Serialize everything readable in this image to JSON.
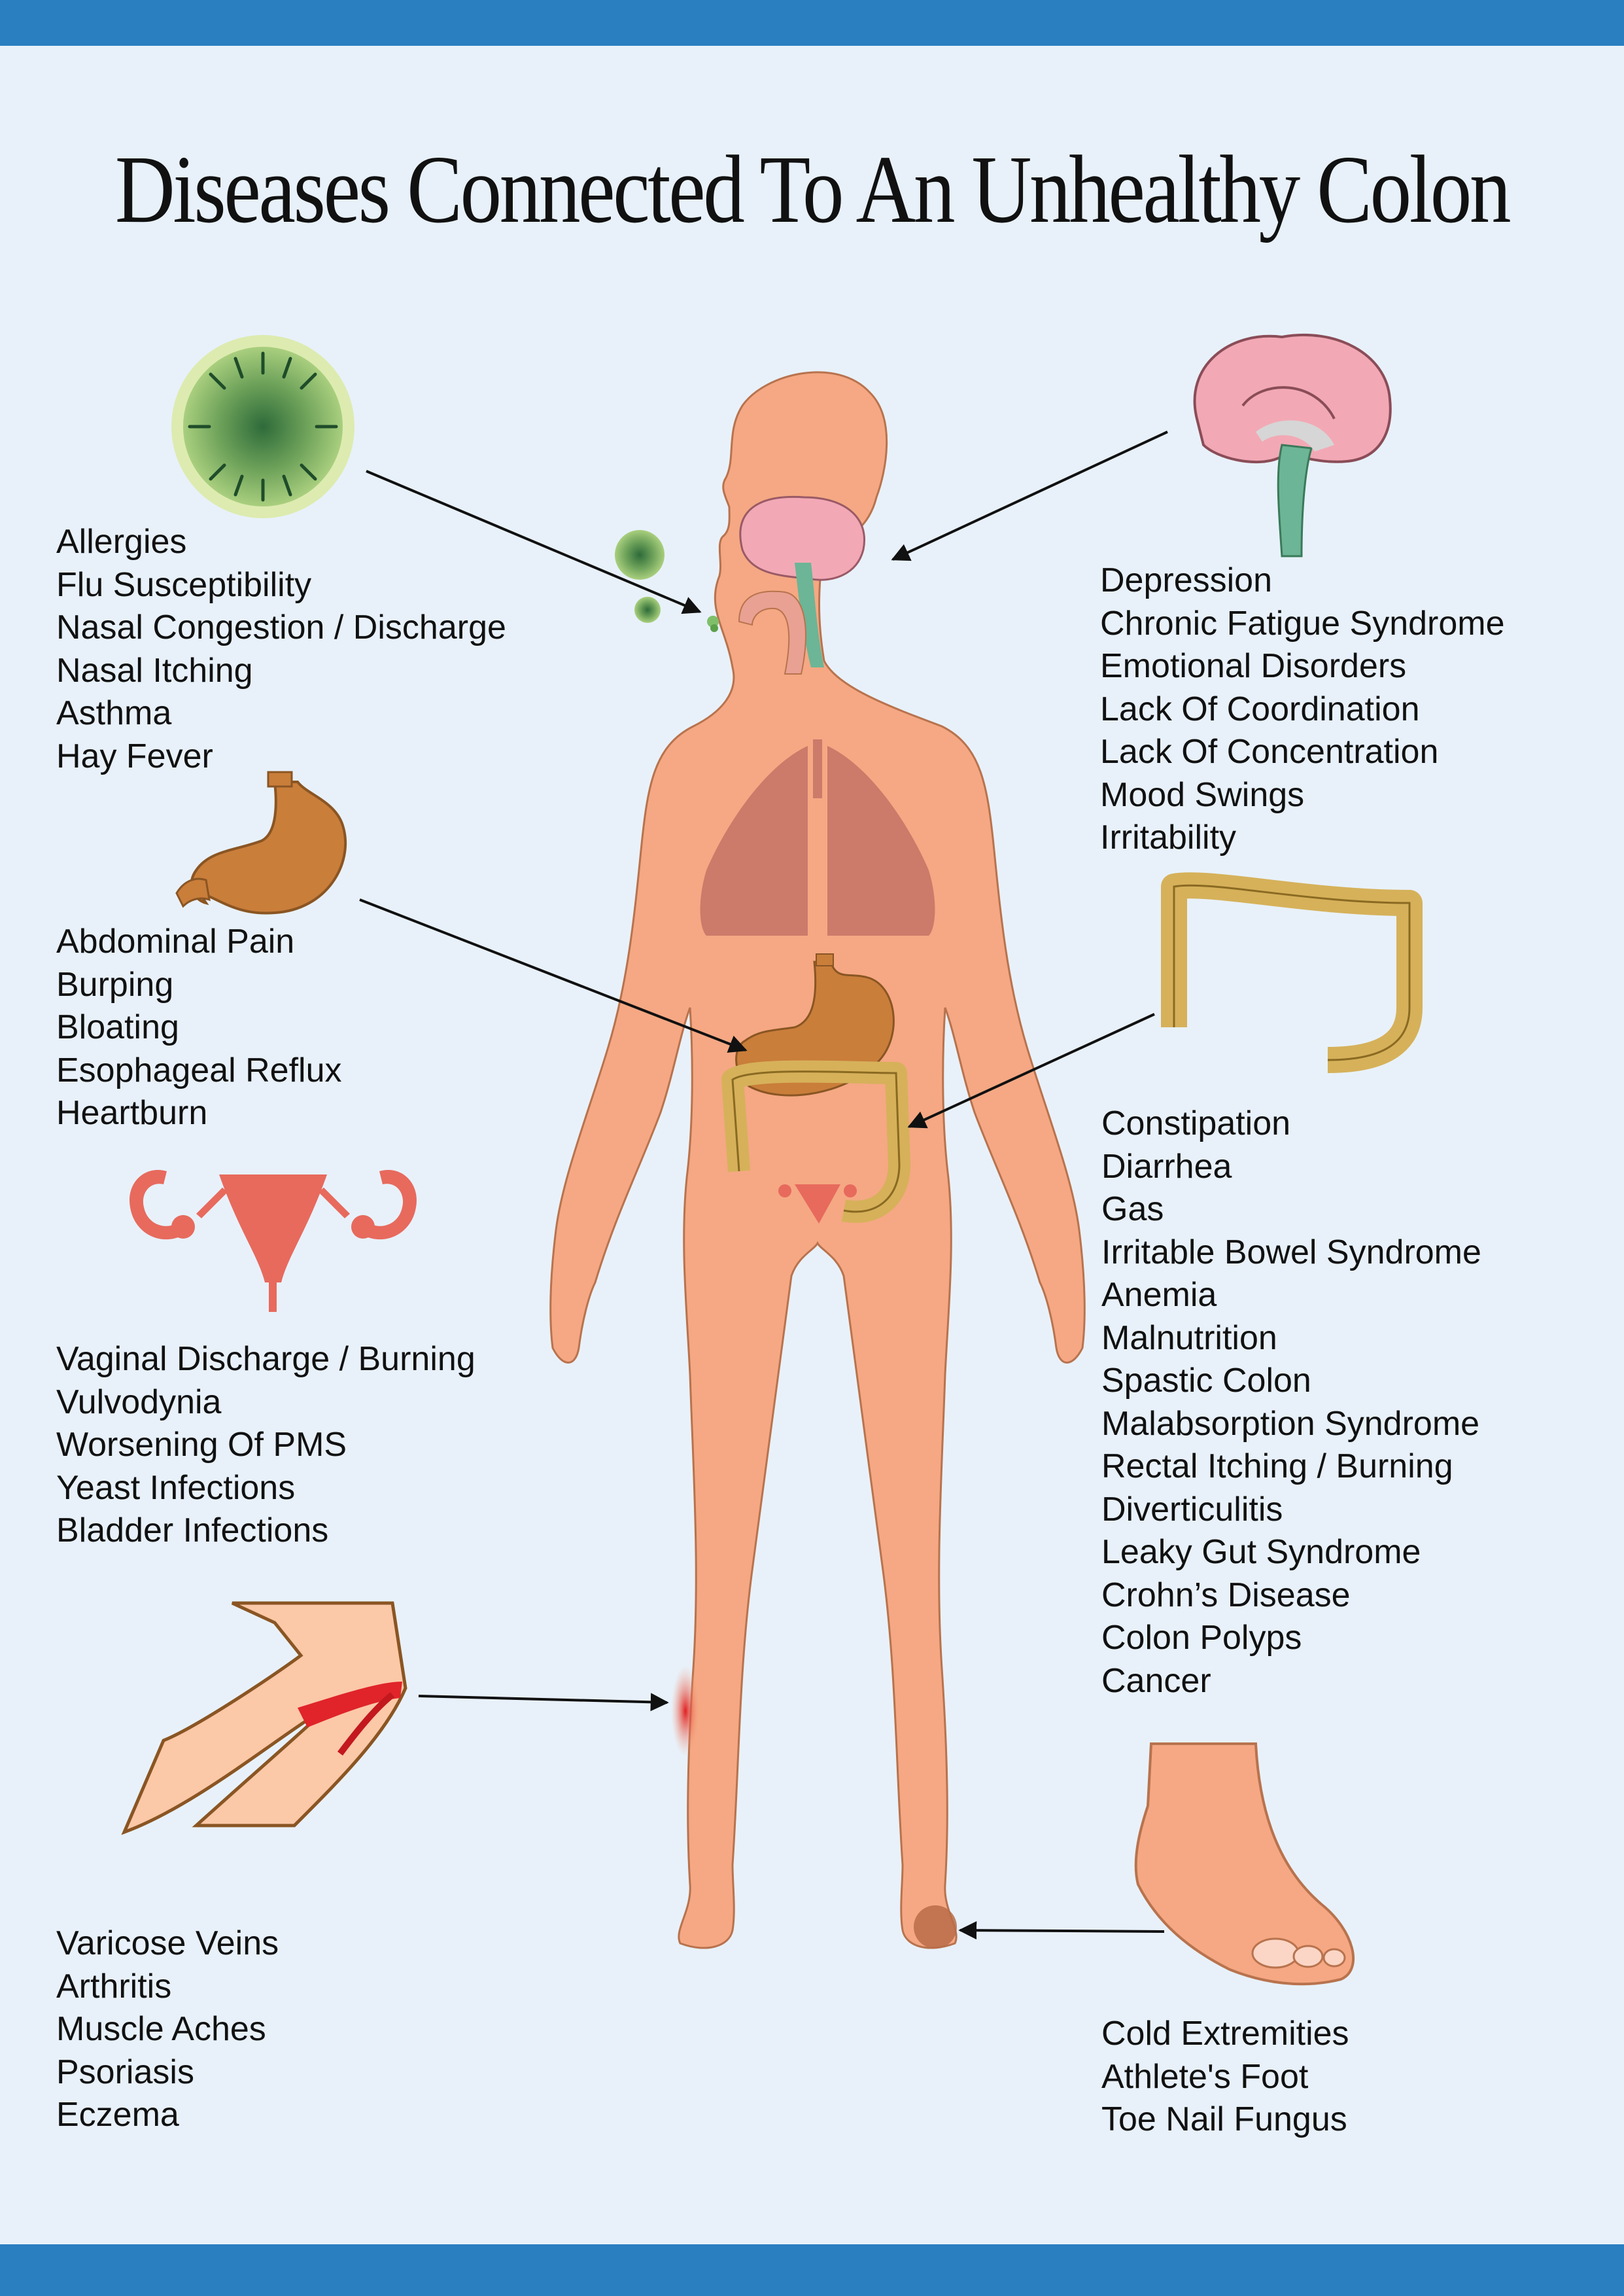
{
  "title": "Diseases Connected To An Unhealthy Colon",
  "colors": {
    "band": "#2a7fc0",
    "background": "#e8f1fa",
    "skin": "#f5a883",
    "organ": "#c97e3a",
    "colon": "#d6b15a",
    "brain": "#f2a9b5",
    "reproductive": "#e76a5d",
    "virus": "#6ea25a"
  },
  "groups": {
    "respiratory": {
      "icon": "virus-icon",
      "items": [
        "Allergies",
        "Flu Susceptibility",
        "Nasal Congestion / Discharge",
        "Nasal Itching",
        "Asthma",
        "Hay Fever"
      ]
    },
    "brain": {
      "icon": "brain-icon",
      "items": [
        "Depression",
        "Chronic Fatigue Syndrome",
        "Emotional Disorders",
        "Lack Of Coordination",
        "Lack Of Concentration",
        "Mood Swings",
        "Irritability"
      ]
    },
    "stomach": {
      "icon": "stomach-icon",
      "items": [
        "Abdominal Pain",
        "Burping",
        "Bloating",
        "Esophageal Reflux",
        "Heartburn"
      ]
    },
    "colon": {
      "icon": "colon-icon",
      "items": [
        "Constipation",
        "Diarrhea",
        "Gas",
        "Irritable Bowel Syndrome",
        "Anemia",
        "Malnutrition",
        "Spastic Colon",
        "Malabsorption Syndrome",
        "Rectal Itching / Burning",
        "Diverticulitis",
        "Leaky Gut Syndrome",
        "Crohn’s Disease",
        "Colon Polyps",
        "Cancer"
      ]
    },
    "reproductive": {
      "icon": "uterus-icon",
      "items": [
        "Vaginal Discharge / Burning",
        "Vulvodynia",
        "Worsening Of PMS",
        "Yeast Infections",
        "Bladder Infections"
      ]
    },
    "legs": {
      "icon": "leg-icon",
      "items": [
        "Varicose Veins",
        "Arthritis",
        "Muscle Aches",
        "Psoriasis",
        "Eczema"
      ]
    },
    "feet": {
      "icon": "foot-icon",
      "items": [
        "Cold Extremities",
        "Athlete's Foot",
        "Toe Nail Fungus"
      ]
    }
  }
}
